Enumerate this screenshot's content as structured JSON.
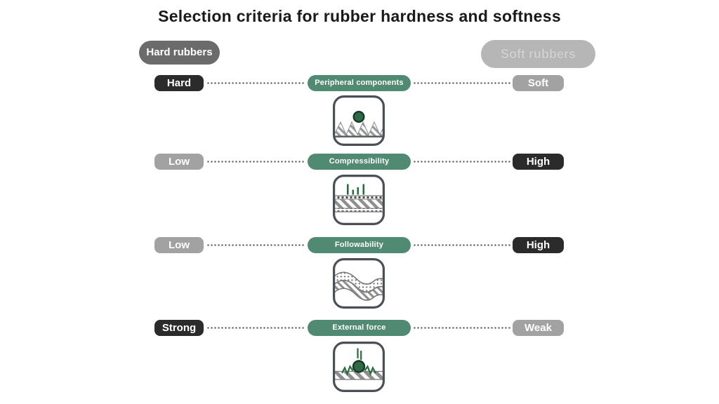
{
  "title": "Selection criteria for rubber hardness and softness",
  "headers": {
    "hard": "Hard rubbers",
    "soft": "Soft rubbers"
  },
  "rows": [
    {
      "left": "Hard",
      "left_tone": "dark",
      "center": "Peripheral components",
      "right": "Soft",
      "right_tone": "gray",
      "icon": "peripheral-components-icon"
    },
    {
      "left": "Low",
      "left_tone": "gray",
      "center": "Compressibility",
      "right": "High",
      "right_tone": "dark",
      "icon": "compressibility-icon"
    },
    {
      "left": "Low",
      "left_tone": "gray",
      "center": "Followability",
      "right": "High",
      "right_tone": "dark",
      "icon": "followability-icon"
    },
    {
      "left": "Strong",
      "left_tone": "dark",
      "center": "External force",
      "right": "Weak",
      "right_tone": "gray",
      "icon": "external-force-icon"
    }
  ],
  "colors": {
    "accent_green": "#518a73",
    "icon_green_fill": "#2e6a44",
    "icon_green_stroke": "#173826",
    "dark_pill": "#2b2b2b",
    "gray_pill": "#a2a2a2",
    "header_hard_bg": "#6b6b6b",
    "header_soft_bg": "#b6b6b6",
    "icon_border": "#4b5056",
    "hatch_gray": "#8f8f8f",
    "dotted_line": "#4f4f4f"
  }
}
